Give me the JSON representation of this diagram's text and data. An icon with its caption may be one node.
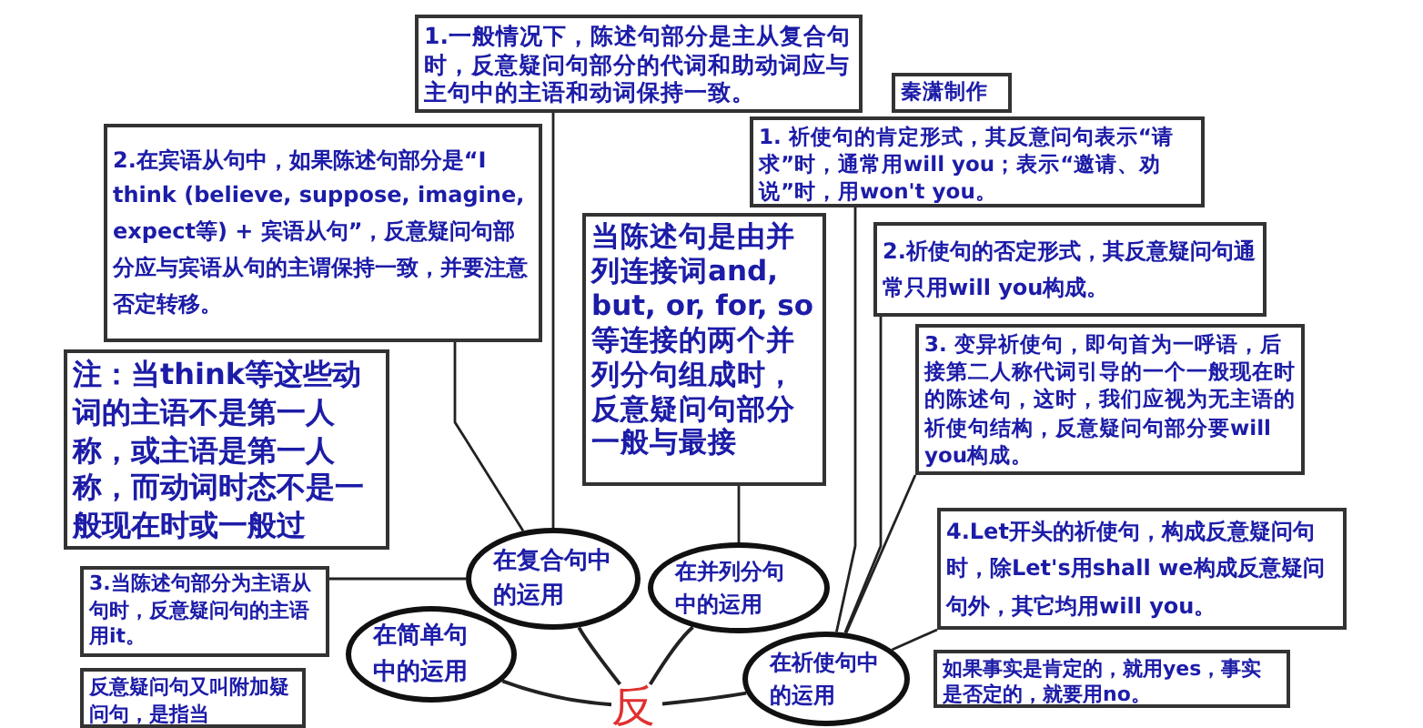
{
  "diagram": {
    "nodes": [
      {
        "text": [
          "1.一般情况下，陈述句部分是主从复合句时，反意疑问句部分的代词和助动词应与主句中的主语和动词保持一致。"
        ]
      },
      {
        "text": [
          "秦潇制作"
        ]
      },
      {
        "text": [
          "2.在宾语从句中，如果陈述句部分是“I think (believe, suppose, imagine, expect等) + 宾语从句”，反意疑问句部分应与宾语从句的主谓保持一致，并要注意否定转移。"
        ]
      },
      {
        "text": [
          "当陈述句是由并列连接词and, but, or, for, so等连接的两个并列分句组成时，反意疑问句部分一般与最接"
        ]
      },
      {
        "text": [
          "1. 祈使句的肯定形式，其反意问句表示“请求”时，通常用will you；表示“邀请、劝说”时，用won't you。"
        ]
      },
      {
        "text": [
          "2.祈使句的否定形式，其反意疑问句通常只用will you构成。"
        ]
      },
      {
        "text": [
          "3. 变异祈使句，即句首为一呼语，后接第二人称代词引导的一个一般现在时的陈述句，这时，我们应视为无主语的祈使句结构，反意疑问句部分要will you构成。"
        ]
      },
      {
        "text": [
          "注：当think等这些动词的主语不是第一人称，或主语是第一人称，而动词时态不是一般现在时或一般过"
        ]
      },
      {
        "text": [
          "4.Let开头的祈使句，构成反意疑问句时，除Let's用shall we构成反意疑问句外，其它均用will you。"
        ]
      },
      {
        "text": [
          "在复合句中的运用"
        ]
      },
      {
        "text": [
          "在并列分句中的运用"
        ]
      },
      {
        "text": [
          "3.当陈述句部分为主语从句时，反意疑问句的主语用it。"
        ]
      },
      {
        "text": [
          "在简单句中的运用"
        ]
      },
      {
        "text": [
          "在祈使句中的运用"
        ]
      },
      {
        "text": [
          "如果事实是肯定的，就用yes，事实是否定的，就要用no。"
        ]
      },
      {
        "text": [
          "反意疑问句又叫附加疑问句，是指当"
        ]
      },
      {
        "text": [
          "反"
        ]
      }
    ],
    "edges": [
      {
        "from": 0,
        "to": 9,
        "arrow": "none"
      },
      {
        "from": 2,
        "to": 9,
        "arrow": "none"
      },
      {
        "from": 11,
        "to": 9,
        "arrow": "none"
      },
      {
        "from": 3,
        "to": 10,
        "arrow": "none"
      },
      {
        "from": 4,
        "to": 13,
        "arrow": "none"
      },
      {
        "from": 5,
        "to": 13,
        "arrow": "none"
      },
      {
        "from": 6,
        "to": 13,
        "arrow": "none"
      },
      {
        "from": 8,
        "to": 13,
        "arrow": "none"
      },
      {
        "from": 16,
        "to": 9,
        "arrow": "none"
      },
      {
        "from": 16,
        "to": 12,
        "arrow": "none"
      },
      {
        "from": 16,
        "to": 10,
        "arrow": "none"
      },
      {
        "from": 16,
        "to": 13,
        "arrow": "none"
      }
    ]
  }
}
